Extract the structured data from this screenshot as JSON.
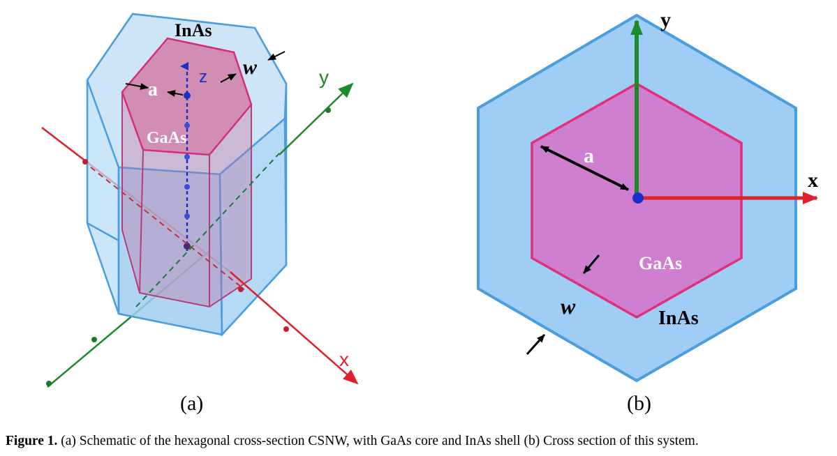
{
  "panel_a": {
    "shell_label": "InAs",
    "core_label": "GaAs",
    "a_label": "a",
    "w_label": "w",
    "axes": {
      "x": "x",
      "y": "y",
      "z": "z"
    },
    "panel_tag": "(a)"
  },
  "panel_b": {
    "shell_label": "InAs",
    "core_label": "GaAs",
    "a_label": "a",
    "w_label": "w",
    "axes": {
      "x": "x",
      "y": "y"
    },
    "panel_tag": "(b)"
  },
  "caption": {
    "figure_label": "Figure 1.",
    "text": " (a) Schematic of the hexagonal cross-section CSNW, with GaAs core and InAs shell (b) Cross section of this system."
  },
  "colors": {
    "shell_fill": "#9fcdf5",
    "shell_edge": "#4a9ee0",
    "core_fill": "#cf7fcf",
    "core_edge": "#e0307a",
    "x_axis": "#e0202a",
    "y_axis": "#1a8a2a",
    "z_axis": "#1a2fc8"
  }
}
